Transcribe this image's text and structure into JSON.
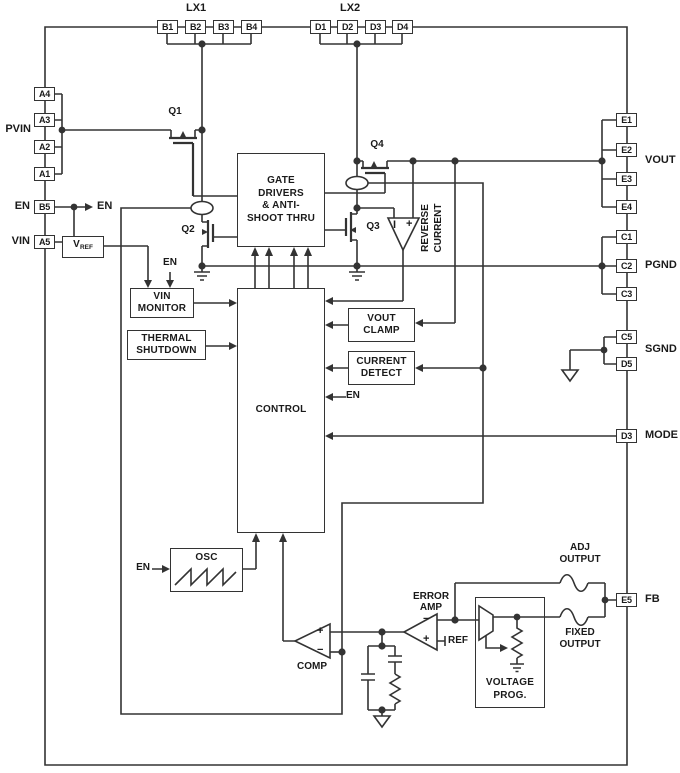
{
  "colors": {
    "ink": "#333333",
    "text": "#1a1a1a",
    "background": "#ffffff"
  },
  "pin_groups": {
    "lx1": {
      "net": "LX1",
      "pins": [
        "B1",
        "B2",
        "B3",
        "B4"
      ]
    },
    "lx2": {
      "net": "LX2",
      "pins": [
        "D1",
        "D2",
        "D3",
        "D4"
      ]
    },
    "pvin": {
      "net": "PVIN",
      "pins": [
        "A4",
        "A3",
        "A2",
        "A1"
      ]
    },
    "en": {
      "net": "EN",
      "pins": [
        "B5"
      ]
    },
    "vin": {
      "net": "VIN",
      "pins": [
        "A5"
      ]
    },
    "vout": {
      "net": "VOUT",
      "pins": [
        "E1",
        "E2",
        "E3",
        "E4"
      ]
    },
    "pgnd": {
      "net": "PGND",
      "pins": [
        "C1",
        "C2",
        "C3"
      ]
    },
    "sgnd": {
      "net": "SGND",
      "pins": [
        "C5",
        "D5"
      ]
    },
    "mode": {
      "net": "MODE",
      "pins": [
        "D3"
      ]
    },
    "fb": {
      "net": "FB",
      "pins": [
        "E5"
      ]
    }
  },
  "blocks": {
    "vref": {
      "main": "V",
      "sub": "REF"
    },
    "vin_monitor": {
      "lines": [
        "VIN",
        "MONITOR"
      ]
    },
    "thermal_shutdown": {
      "lines": [
        "THERMAL",
        "SHUTDOWN"
      ]
    },
    "gate_drivers": {
      "lines": [
        "GATE",
        "DRIVERS",
        "& ANTI-",
        "SHOOT THRU"
      ]
    },
    "control": {
      "label": "CONTROL"
    },
    "vout_clamp": {
      "lines": [
        "VOUT",
        "CLAMP"
      ]
    },
    "current_detect": {
      "lines": [
        "CURRENT",
        "DETECT"
      ]
    },
    "osc": {
      "label": "OSC"
    },
    "voltage_prog": {
      "lines": [
        "VOLTAGE",
        "PROG."
      ]
    }
  },
  "transistors": {
    "q1": "Q1",
    "q2": "Q2",
    "q3": "Q3",
    "q4": "Q4"
  },
  "comparators": {
    "reverse_current": {
      "lines": [
        "REVERSE",
        "CURRENT"
      ],
      "input_left": "I",
      "input_right": "+"
    },
    "pwm_comp": {
      "label": "COMP",
      "input_plus": "+",
      "input_minus": "−"
    },
    "error_amp": {
      "lines": [
        "ERROR",
        "AMP"
      ],
      "input_minus": "−",
      "input_plus": "+",
      "ref_label": "REF"
    }
  },
  "annotations": {
    "en_arrow": "EN",
    "en_vin_monitor": "EN",
    "en_control": "EN",
    "en_osc": "EN",
    "adj_output": {
      "lines": [
        "ADJ",
        "OUTPUT"
      ]
    },
    "fixed_output": {
      "lines": [
        "FIXED",
        "OUTPUT"
      ]
    }
  }
}
